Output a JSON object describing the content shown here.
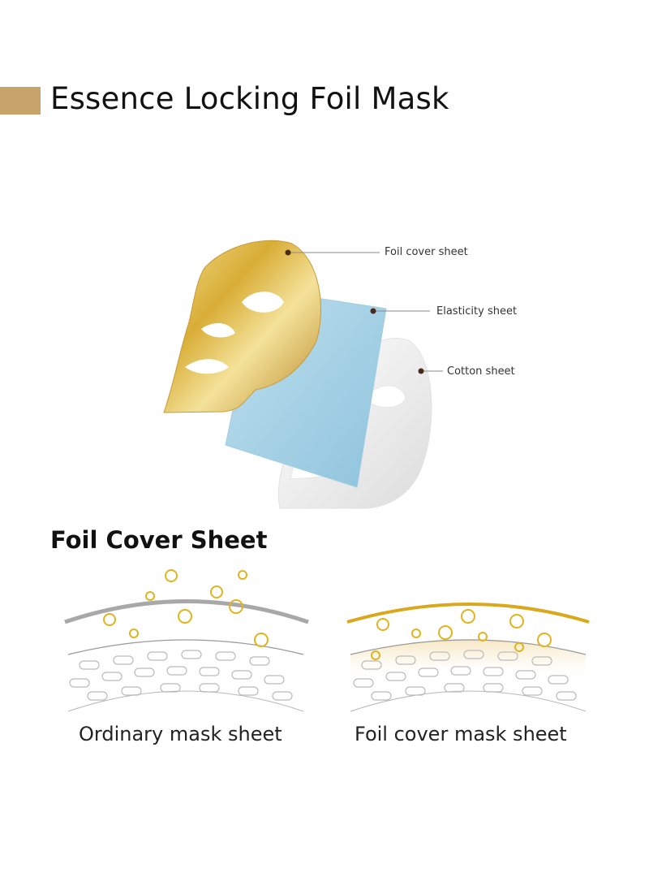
{
  "title": "Essence Locking Foil Mask",
  "diagram": {
    "labels": {
      "foil": "Foil cover sheet",
      "elasticity": "Elasticity sheet",
      "cotton": "Cotton sheet"
    }
  },
  "section": {
    "heading": "Foil Cover Sheet",
    "left_caption": "Ordinary mask sheet",
    "right_caption": "Foil cover mask sheet"
  },
  "colors": {
    "accent_bar": "#c9a46a",
    "gold": "#d9a81c",
    "gray_film": "#a8a8a8",
    "leader_dot": "#4a2a18"
  }
}
